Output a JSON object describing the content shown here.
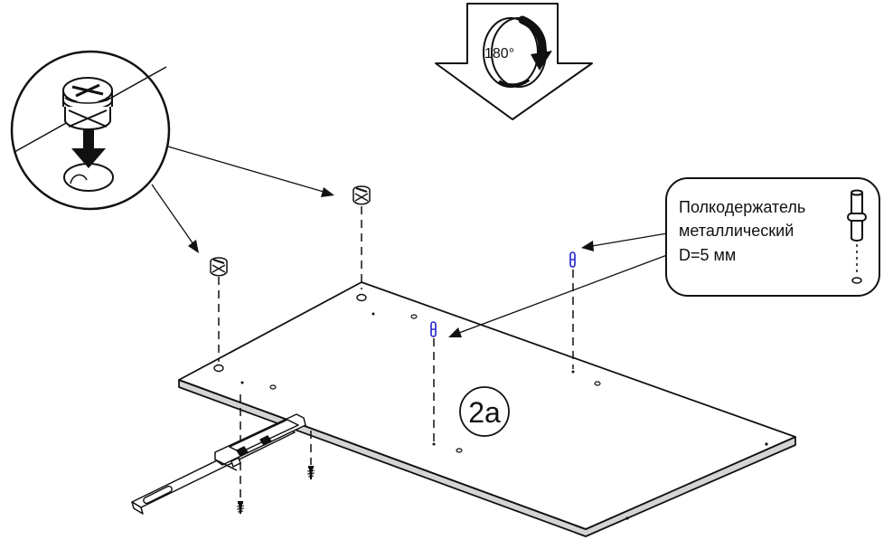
{
  "rotate_arrow": {
    "label": "180°"
  },
  "step_badge": {
    "label": "2a"
  },
  "callout": {
    "line1": "Полкодержатель",
    "line2": "металлический",
    "line3": "D=5 мм"
  },
  "colors": {
    "ink": "#111111",
    "blue_pin": "#2222cc",
    "panel_edge": "#d4d4d4",
    "background": "#ffffff"
  },
  "icons": [
    "rotate-180-icon",
    "cam-lock-fitting-icon",
    "shelf-pin-icon",
    "drawer-slide-icon",
    "screw-icon"
  ]
}
